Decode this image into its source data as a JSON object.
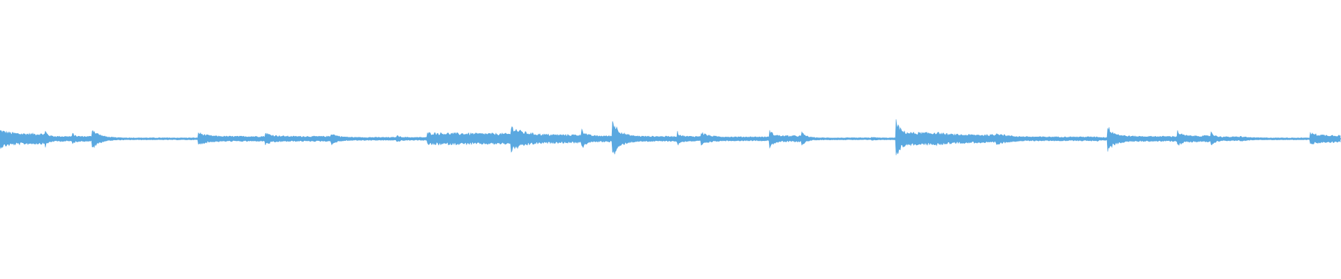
{
  "waveform": {
    "color": "#5aa8e0",
    "background": "#ffffff",
    "segments": [
      {
        "start": 0.0,
        "end": 0.034,
        "peak": 0.18,
        "sustain": 0.1,
        "decay": 1.6
      },
      {
        "start": 0.034,
        "end": 0.054,
        "peak": 0.16,
        "sustain": 0.05,
        "decay": 3.5
      },
      {
        "start": 0.054,
        "end": 0.069,
        "peak": 0.12,
        "sustain": 0.05,
        "decay": 3.5
      },
      {
        "start": 0.069,
        "end": 0.148,
        "peak": 0.21,
        "sustain": 0.02,
        "decay": 5.0
      },
      {
        "start": 0.148,
        "end": 0.198,
        "peak": 0.13,
        "sustain": 0.05,
        "decay": 3.0
      },
      {
        "start": 0.198,
        "end": 0.247,
        "peak": 0.12,
        "sustain": 0.05,
        "decay": 3.0
      },
      {
        "start": 0.247,
        "end": 0.296,
        "peak": 0.12,
        "sustain": 0.03,
        "decay": 3.5
      },
      {
        "start": 0.296,
        "end": 0.319,
        "peak": 0.07,
        "sustain": 0.03,
        "decay": 3.0
      },
      {
        "start": 0.319,
        "end": 0.381,
        "peak": 0.12,
        "sustain": 0.1,
        "decay": 0.6
      },
      {
        "start": 0.381,
        "end": 0.434,
        "peak": 0.25,
        "sustain": 0.08,
        "decay": 2.0
      },
      {
        "start": 0.434,
        "end": 0.457,
        "peak": 0.22,
        "sustain": 0.06,
        "decay": 3.0
      },
      {
        "start": 0.457,
        "end": 0.505,
        "peak": 0.38,
        "sustain": 0.05,
        "decay": 3.2
      },
      {
        "start": 0.505,
        "end": 0.523,
        "peak": 0.14,
        "sustain": 0.05,
        "decay": 3.0
      },
      {
        "start": 0.523,
        "end": 0.574,
        "peak": 0.14,
        "sustain": 0.04,
        "decay": 3.5
      },
      {
        "start": 0.574,
        "end": 0.598,
        "peak": 0.17,
        "sustain": 0.06,
        "decay": 3.0
      },
      {
        "start": 0.598,
        "end": 0.65,
        "peak": 0.13,
        "sustain": 0.02,
        "decay": 5.0
      },
      {
        "start": 0.65,
        "end": 0.668,
        "peak": 0.04,
        "sustain": 0.02,
        "decay": 3.0
      },
      {
        "start": 0.668,
        "end": 0.697,
        "peak": 0.38,
        "sustain": 0.12,
        "decay": 3.5
      },
      {
        "start": 0.697,
        "end": 0.743,
        "peak": 0.14,
        "sustain": 0.08,
        "decay": 2.0
      },
      {
        "start": 0.743,
        "end": 0.818,
        "peak": 0.13,
        "sustain": 0.04,
        "decay": 3.5
      },
      {
        "start": 0.818,
        "end": 0.826,
        "peak": 0.05,
        "sustain": 0.03,
        "decay": 3.0
      },
      {
        "start": 0.826,
        "end": 0.878,
        "peak": 0.25,
        "sustain": 0.05,
        "decay": 3.5
      },
      {
        "start": 0.878,
        "end": 0.903,
        "peak": 0.16,
        "sustain": 0.06,
        "decay": 3.0
      },
      {
        "start": 0.903,
        "end": 0.925,
        "peak": 0.16,
        "sustain": 0.04,
        "decay": 3.5
      },
      {
        "start": 0.925,
        "end": 0.977,
        "peak": 0.05,
        "sustain": 0.02,
        "decay": 3.0
      },
      {
        "start": 0.977,
        "end": 1.0,
        "peak": 0.12,
        "sustain": 0.07,
        "decay": 1.5
      }
    ]
  }
}
